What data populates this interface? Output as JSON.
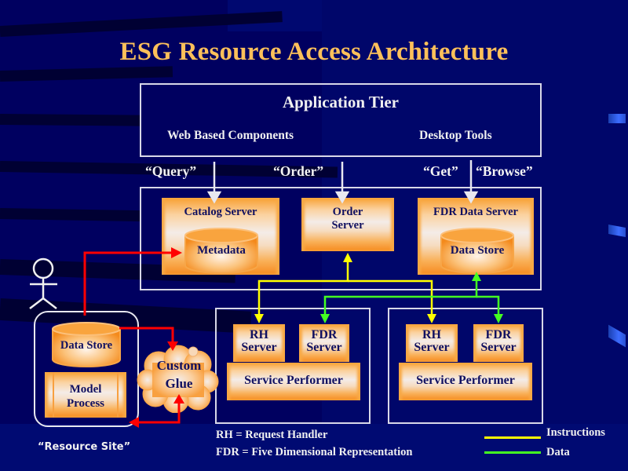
{
  "title": "ESG Resource Access Architecture",
  "application_tier": {
    "title": "Application Tier",
    "left_label": "Web Based Components",
    "right_label": "Desktop Tools"
  },
  "requests": {
    "query": "“Query”",
    "order": "“Order”",
    "get": "“Get”",
    "browse": "“Browse”"
  },
  "servers": {
    "catalog": {
      "title": "Catalog Server",
      "store": "Metadata"
    },
    "order": {
      "line1": "Order",
      "line2": "Server"
    },
    "fdr_data": {
      "title": "FDR Data Server",
      "store": "Data Store"
    }
  },
  "performers": [
    {
      "rh_line1": "RH",
      "rh_line2": "Server",
      "fdr_line1": "FDR",
      "fdr_line2": "Server",
      "label": "Service Performer"
    },
    {
      "rh_line1": "RH",
      "rh_line2": "Server",
      "fdr_line1": "FDR",
      "fdr_line2": "Server",
      "label": "Service Performer"
    }
  ],
  "resource_site": {
    "label": "“Resource Site”",
    "data_store": "Data Store",
    "model_line1": "Model",
    "model_line2": "Process",
    "actor_icon": "stick-figure-user"
  },
  "custom_glue": {
    "line1": "Custom",
    "line2": "Glue"
  },
  "abbreviations": [
    "RH = Request Handler",
    "FDR = Five Dimensional Representation"
  ],
  "legend": [
    {
      "label": "Instructions",
      "color": "#ffff00"
    },
    {
      "label": "Data",
      "color": "#44ff22"
    }
  ],
  "colors": {
    "title": "#fcc05a",
    "background": "#000060",
    "control_flow": "#ff0000",
    "request_arrows": "#e8e8f0"
  }
}
